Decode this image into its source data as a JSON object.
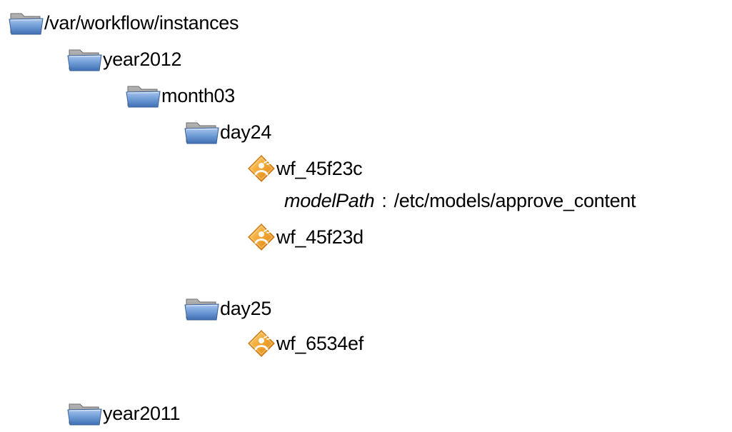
{
  "colors": {
    "folder_body": "#6f9bd6",
    "folder_tab": "#8a8a8a",
    "workflow_icon": "#f2a531",
    "text": "#000000"
  },
  "tree": {
    "root": {
      "label": "/var/workflow/instances",
      "icon": "folder-icon"
    },
    "year2012": {
      "label": "year2012",
      "icon": "folder-icon"
    },
    "month03": {
      "label": "month03",
      "icon": "folder-icon"
    },
    "day24": {
      "label": "day24",
      "icon": "folder-icon"
    },
    "wf_45f23c": {
      "label": "wf_45f23c",
      "icon": "workflow-icon",
      "property": {
        "key": "modelPath",
        "separator": ":",
        "value": "/etc/models/approve_content"
      }
    },
    "wf_45f23d": {
      "label": "wf_45f23d",
      "icon": "workflow-icon"
    },
    "day25": {
      "label": "day25",
      "icon": "folder-icon"
    },
    "wf_6534ef": {
      "label": "wf_6534ef",
      "icon": "workflow-icon"
    },
    "year2011": {
      "label": "year2011",
      "icon": "folder-icon"
    }
  }
}
